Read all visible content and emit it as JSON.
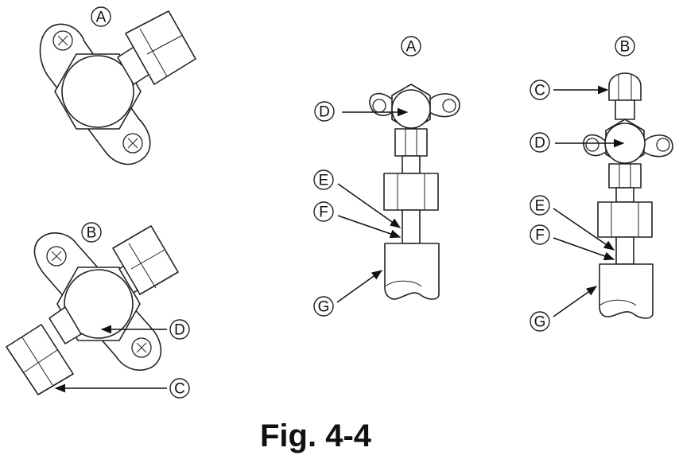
{
  "caption": "Fig. 4-4",
  "labels": {
    "A": "A",
    "B": "B",
    "C": "C",
    "D": "D",
    "E": "E",
    "F": "F",
    "G": "G"
  }
}
